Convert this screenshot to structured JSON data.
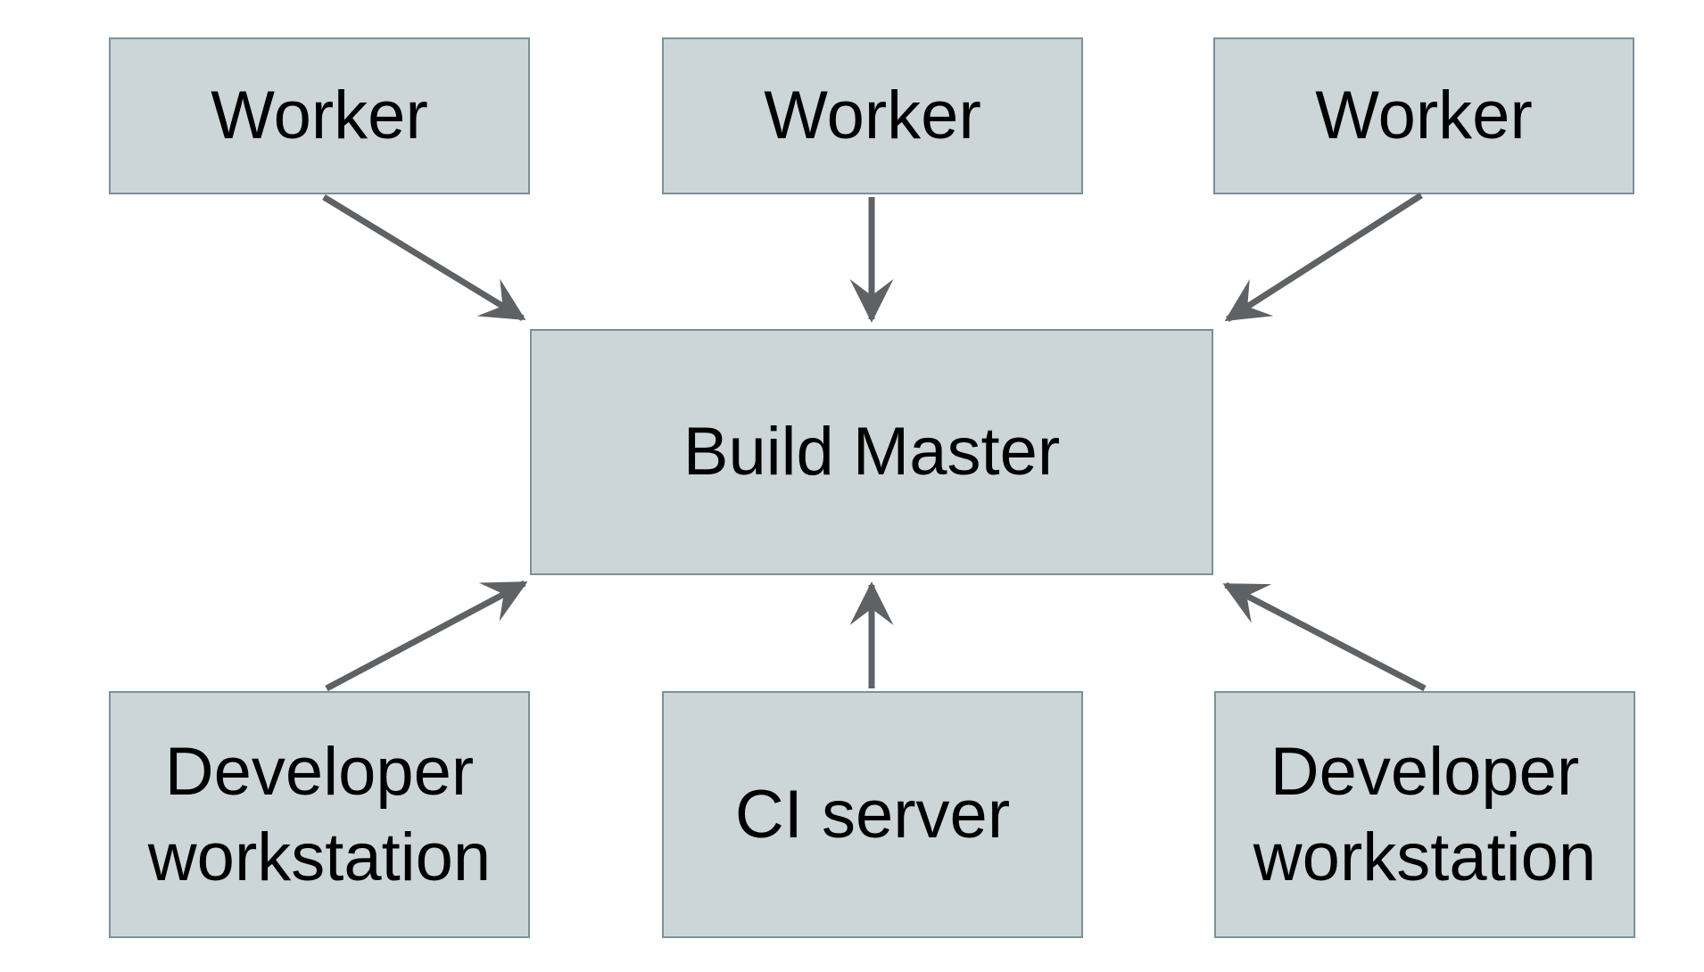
{
  "diagram": {
    "type": "architecture-diagram",
    "nodes": [
      {
        "id": "worker-top-left",
        "label": "Worker"
      },
      {
        "id": "worker-top-center",
        "label": "Worker"
      },
      {
        "id": "worker-top-right",
        "label": "Worker"
      },
      {
        "id": "build-master",
        "label": "Build Master"
      },
      {
        "id": "developer-workstation-left",
        "label": "Developer workstation"
      },
      {
        "id": "ci-server",
        "label": "CI server"
      },
      {
        "id": "developer-workstation-right",
        "label": "Developer workstation"
      }
    ],
    "edges": [
      {
        "from": "worker-top-left",
        "to": "build-master"
      },
      {
        "from": "worker-top-center",
        "to": "build-master"
      },
      {
        "from": "worker-top-right",
        "to": "build-master"
      },
      {
        "from": "developer-workstation-left",
        "to": "build-master"
      },
      {
        "from": "ci-server",
        "to": "build-master"
      },
      {
        "from": "developer-workstation-right",
        "to": "build-master"
      }
    ],
    "colors": {
      "node_fill": "#ccd6d9",
      "node_border": "#7b909b",
      "arrow": "#5e6265",
      "text": "#000000",
      "background": "#ffffff"
    }
  }
}
